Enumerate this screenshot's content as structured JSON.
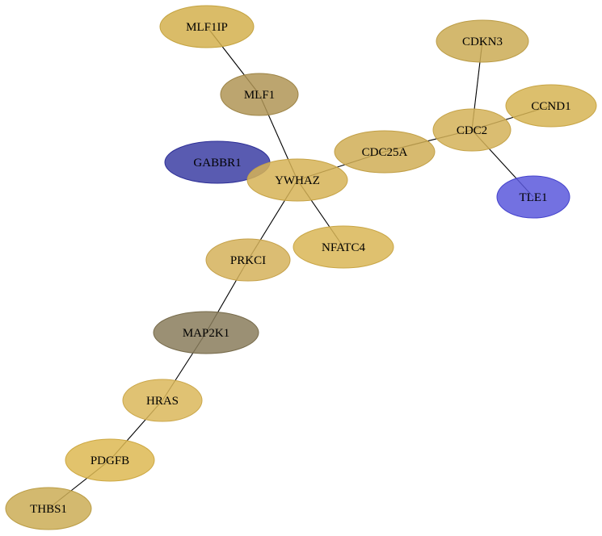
{
  "nodes": [
    {
      "id": "MLF1IP",
      "label": "MLF1IP",
      "color": "#d3b04e",
      "stroke": "#c4a340"
    },
    {
      "id": "MLF1",
      "label": "MLF1",
      "color": "#b09556",
      "stroke": "#9c8345"
    },
    {
      "id": "CDKN3",
      "label": "CDKN3",
      "color": "#cbab55",
      "stroke": "#bb9c46"
    },
    {
      "id": "CCND1",
      "label": "CCND1",
      "color": "#d6b454",
      "stroke": "#c8a545"
    },
    {
      "id": "CDC2",
      "label": "CDC2",
      "color": "#d4b258",
      "stroke": "#c5a348"
    },
    {
      "id": "CDC25A",
      "label": "CDC25A",
      "color": "#d0ae56",
      "stroke": "#c19f46"
    },
    {
      "id": "GABBR1",
      "label": "GABBR1",
      "color": "#3c3ea3",
      "stroke": "#2d2f96"
    },
    {
      "id": "YWHAZ",
      "label": "YWHAZ",
      "color": "#d6b356",
      "stroke": "#c6a346"
    },
    {
      "id": "TLE1",
      "label": "TLE1",
      "color": "#5b58dc",
      "stroke": "#4543cc"
    },
    {
      "id": "NFATC4",
      "label": "NFATC4",
      "color": "#d9b656",
      "stroke": "#c9a646"
    },
    {
      "id": "PRKCI",
      "label": "PRKCI",
      "color": "#d5b15a",
      "stroke": "#c5a14a"
    },
    {
      "id": "MAP2K1",
      "label": "MAP2K1",
      "color": "#8a7d5c",
      "stroke": "#766a4a"
    },
    {
      "id": "HRAS",
      "label": "HRAS",
      "color": "#dbb75a",
      "stroke": "#cba74a"
    },
    {
      "id": "PDGFB",
      "label": "PDGFB",
      "color": "#ddb852",
      "stroke": "#cda842"
    },
    {
      "id": "THBS1",
      "label": "THBS1",
      "color": "#cbad56",
      "stroke": "#bb9d46"
    }
  ],
  "edges": [
    {
      "source": "MLF1IP",
      "target": "MLF1"
    },
    {
      "source": "MLF1",
      "target": "YWHAZ"
    },
    {
      "source": "CDKN3",
      "target": "CDC2"
    },
    {
      "source": "CCND1",
      "target": "CDC2"
    },
    {
      "source": "CDC2",
      "target": "CDC25A"
    },
    {
      "source": "CDC2",
      "target": "TLE1"
    },
    {
      "source": "CDC25A",
      "target": "YWHAZ"
    },
    {
      "source": "YWHAZ",
      "target": "NFATC4"
    },
    {
      "source": "YWHAZ",
      "target": "PRKCI"
    },
    {
      "source": "PRKCI",
      "target": "MAP2K1"
    },
    {
      "source": "MAP2K1",
      "target": "HRAS"
    },
    {
      "source": "HRAS",
      "target": "PDGFB"
    },
    {
      "source": "PDGFB",
      "target": "THBS1"
    }
  ]
}
